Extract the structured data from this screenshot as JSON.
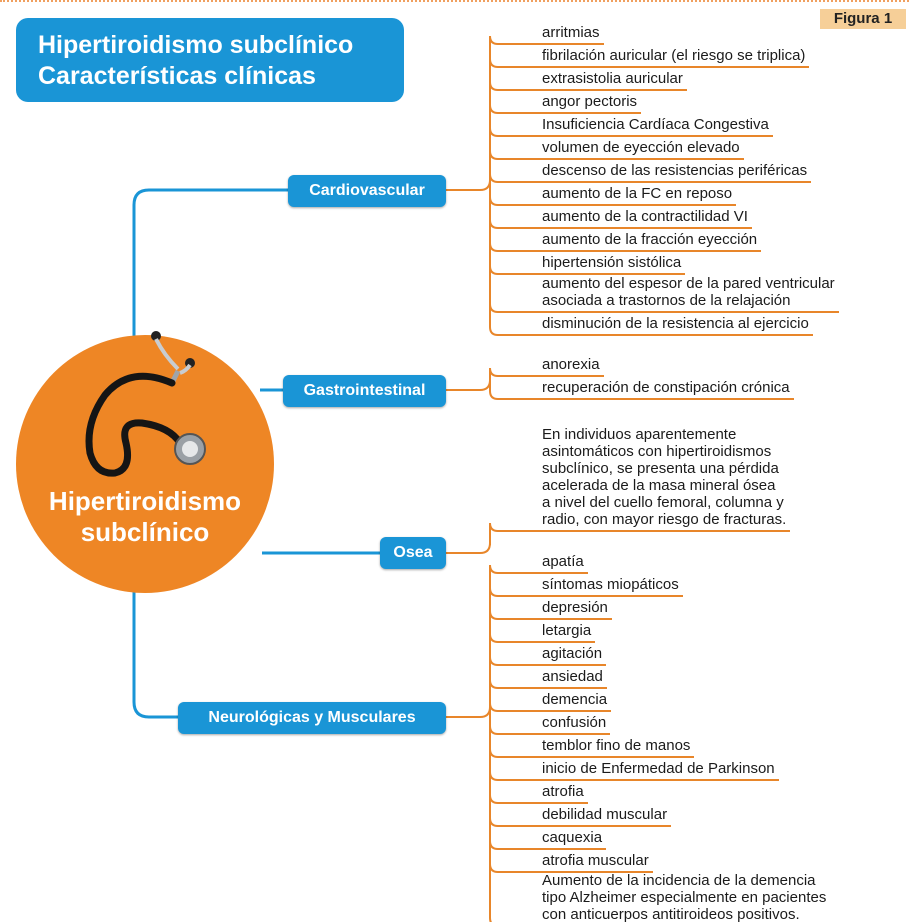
{
  "figure_label": "Figura 1",
  "title": {
    "line1": "Hipertiroidismo subclínico",
    "line2": "Características clínicas"
  },
  "center": {
    "line1": "Hipertiroidismo",
    "line2": "subclínico",
    "icon": "stethoscope-icon"
  },
  "colors": {
    "blue": "#1a95d6",
    "orange": "#ee8625",
    "orange_line": "#e8862a",
    "label_bg": "#f6cf98"
  },
  "categories": [
    {
      "key": "cardio",
      "label": "Cardiovascular",
      "items": [
        "arritmias",
        "fibrilación auricular (el riesgo se triplica)",
        "extrasistolia auricular",
        "angor pectoris",
        "Insuficiencia Cardíaca Congestiva",
        "volumen de eyección elevado",
        "descenso de las resistencias periféricas",
        "aumento de la FC en reposo",
        "aumento de la contractilidad VI",
        "aumento de la fracción eyección",
        "hipertensión sistólica",
        [
          "aumento del espesor de la pared ventricular",
          "asociada a trastornos de la relajación"
        ],
        "disminución de la resistencia al ejercicio"
      ]
    },
    {
      "key": "gastro",
      "label": "Gastrointestinal",
      "items": [
        "anorexia",
        "recuperación de constipación crónica"
      ]
    },
    {
      "key": "osea",
      "label": "Osea",
      "items": [
        [
          "En individuos aparentemente",
          "asintomáticos con hipertiroidismos",
          "subclínico, se presenta una pérdida",
          "acelerada de la masa mineral ósea",
          "a nivel del cuello femoral, columna y",
          "radio, con mayor riesgo de fracturas."
        ]
      ]
    },
    {
      "key": "neuro",
      "label": "Neurológicas y Musculares",
      "items": [
        "apatía",
        "síntomas miopáticos",
        "depresión",
        "letargia",
        "agitación",
        "ansiedad",
        "demencia",
        "confusión",
        "temblor fino de manos",
        "inicio de Enfermedad de Parkinson",
        "atrofia",
        "debilidad muscular",
        "caquexia",
        "atrofia muscular",
        [
          "Aumento de la incidencia de la demencia",
          "tipo Alzheimer especialmente en pacientes",
          "con anticuerpos antitiroideos positivos."
        ]
      ]
    }
  ]
}
